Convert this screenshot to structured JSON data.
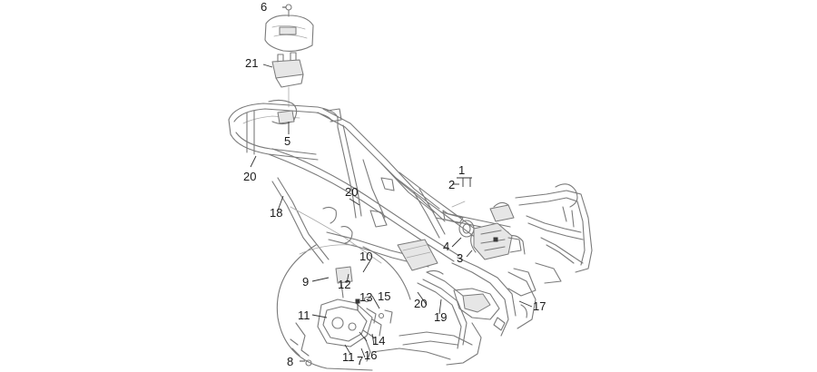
{
  "callouts": [
    {
      "id": "c1",
      "text": "1"
    },
    {
      "id": "c2",
      "text": "2"
    },
    {
      "id": "c3",
      "text": "3"
    },
    {
      "id": "c4",
      "text": "4"
    },
    {
      "id": "c5",
      "text": "5"
    },
    {
      "id": "c6",
      "text": "6"
    },
    {
      "id": "c7",
      "text": "7"
    },
    {
      "id": "c8",
      "text": "8"
    },
    {
      "id": "c9",
      "text": "9"
    },
    {
      "id": "c10",
      "text": "10"
    },
    {
      "id": "c11a",
      "text": "11"
    },
    {
      "id": "c11b",
      "text": "11"
    },
    {
      "id": "c12",
      "text": "12"
    },
    {
      "id": "c13",
      "text": "13"
    },
    {
      "id": "c14",
      "text": "14"
    },
    {
      "id": "c15",
      "text": "15"
    },
    {
      "id": "c16",
      "text": "16"
    },
    {
      "id": "c17",
      "text": "17"
    },
    {
      "id": "c18",
      "text": "18"
    },
    {
      "id": "c19",
      "text": "19"
    },
    {
      "id": "c20a",
      "text": "20"
    },
    {
      "id": "c20b",
      "text": "20"
    },
    {
      "id": "c20c",
      "text": "20"
    },
    {
      "id": "c21",
      "text": "21"
    }
  ],
  "colors": {
    "line": "#7a7a7a",
    "label": "#1a1a1a",
    "background": "#ffffff"
  }
}
